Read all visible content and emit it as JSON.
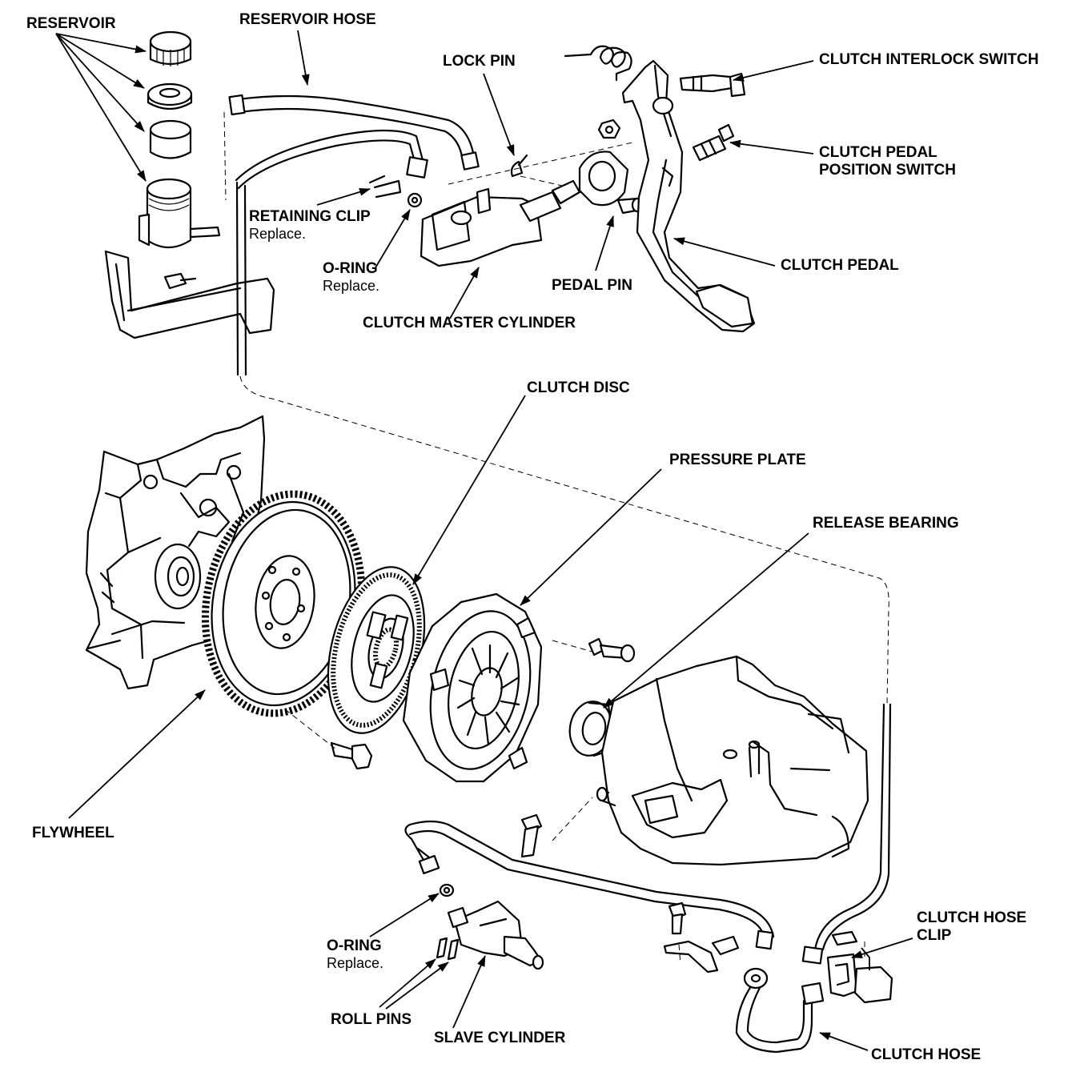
{
  "labels": {
    "reservoir": "RESERVOIR",
    "reservoir_hose": "RESERVOIR HOSE",
    "lock_pin": "LOCK PIN",
    "clutch_interlock_switch": "CLUTCH INTERLOCK SWITCH",
    "clutch_pedal_position_switch_1": "CLUTCH PEDAL",
    "clutch_pedal_position_switch_2": "POSITION SWITCH",
    "retaining_clip": "RETAINING CLIP",
    "retaining_clip_note": "Replace.",
    "o_ring_upper": "O-RING",
    "o_ring_upper_note": "Replace.",
    "clutch_pedal": "CLUTCH PEDAL",
    "pedal_pin": "PEDAL PIN",
    "clutch_master_cylinder": "CLUTCH MASTER CYLINDER",
    "clutch_disc": "CLUTCH DISC",
    "pressure_plate": "PRESSURE PLATE",
    "release_bearing": "RELEASE BEARING",
    "flywheel": "FLYWHEEL",
    "clutch_hose_clip_1": "CLUTCH HOSE",
    "clutch_hose_clip_2": "CLIP",
    "o_ring_lower": "O-RING",
    "o_ring_lower_note": "Replace.",
    "roll_pins": "ROLL PINS",
    "slave_cylinder": "SLAVE CYLINDER",
    "clutch_hose": "CLUTCH HOSE"
  }
}
